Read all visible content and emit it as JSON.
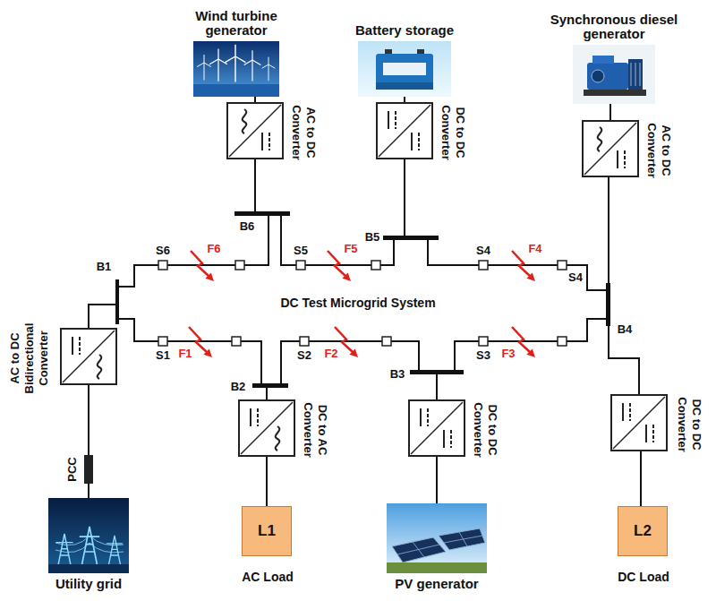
{
  "diagram": {
    "nodes": [
      {
        "text": [
          "Wind turbine generator"
        ]
      },
      {
        "text": [
          "Battery storage"
        ]
      },
      {
        "text": [
          "Synchronous diesel generator"
        ]
      },
      {
        "text": [
          "AC to DC Converter"
        ]
      },
      {
        "text": [
          "DC to DC Converter"
        ]
      },
      {
        "text": [
          "AC to DC Converter"
        ]
      },
      {
        "text": [
          "B6"
        ]
      },
      {
        "text": [
          "B5"
        ]
      },
      {
        "text": [
          "B1"
        ]
      },
      {
        "text": [
          "B4"
        ]
      },
      {
        "text": [
          "AC to DC Bidirectional Converter"
        ]
      },
      {
        "text": [
          "B2"
        ]
      },
      {
        "text": [
          "B3"
        ]
      },
      {
        "text": [
          "DC to AC Converter"
        ]
      },
      {
        "text": [
          "DC to DC Converter"
        ]
      },
      {
        "text": [
          "DC to DC Converter"
        ]
      },
      {
        "text": [
          "PCC"
        ]
      },
      {
        "text": [
          "L1",
          "AC Load"
        ]
      },
      {
        "text": [
          "PV generator"
        ]
      },
      {
        "text": [
          "L2",
          "DC Load"
        ]
      },
      {
        "text": [
          "Utility grid"
        ]
      }
    ],
    "edges": [
      {
        "from": 0,
        "to": 3,
        "arrow": "none"
      },
      {
        "from": 3,
        "to": 6,
        "arrow": "none"
      },
      {
        "from": 1,
        "to": 4,
        "arrow": "none"
      },
      {
        "from": 4,
        "to": 7,
        "arrow": "none"
      },
      {
        "from": 2,
        "to": 5,
        "arrow": "none"
      },
      {
        "from": 5,
        "to": 9,
        "arrow": "none"
      },
      {
        "from": 8,
        "to": 6,
        "arrow": "none"
      },
      {
        "from": 6,
        "to": 7,
        "arrow": "none"
      },
      {
        "from": 7,
        "to": 9,
        "arrow": "none"
      },
      {
        "from": 8,
        "to": 11,
        "arrow": "none"
      },
      {
        "from": 11,
        "to": 12,
        "arrow": "none"
      },
      {
        "from": 12,
        "to": 9,
        "arrow": "none"
      },
      {
        "from": 8,
        "to": 10,
        "arrow": "none"
      },
      {
        "from": 10,
        "to": 16,
        "arrow": "none"
      },
      {
        "from": 16,
        "to": 20,
        "arrow": "none"
      },
      {
        "from": 11,
        "to": 13,
        "arrow": "none"
      },
      {
        "from": 13,
        "to": 17,
        "arrow": "none"
      },
      {
        "from": 12,
        "to": 14,
        "arrow": "none"
      },
      {
        "from": 14,
        "to": 18,
        "arrow": "none"
      },
      {
        "from": 9,
        "to": 15,
        "arrow": "none"
      },
      {
        "from": 15,
        "to": 19,
        "arrow": "none"
      }
    ],
    "labels": [
      "S6",
      "F6",
      "S5",
      "F5",
      "S4",
      "F4",
      "S4",
      "DC Test Microgrid System",
      "S1",
      "F1",
      "S2",
      "F2",
      "S3",
      "F3"
    ]
  }
}
